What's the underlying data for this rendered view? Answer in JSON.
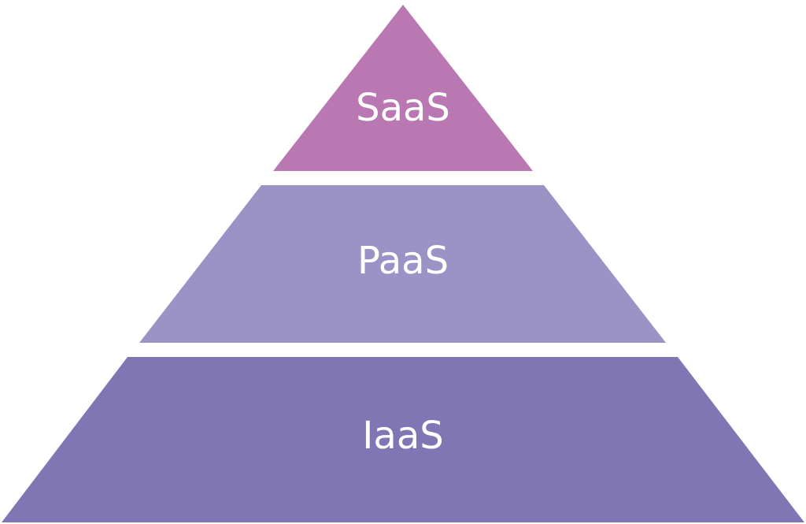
{
  "pyramid": {
    "tiers": [
      {
        "label": "SaaS",
        "color": "#b978b2"
      },
      {
        "label": "PaaS",
        "color": "#9b92c5"
      },
      {
        "label": "IaaS",
        "color": "#8176b4"
      }
    ]
  }
}
